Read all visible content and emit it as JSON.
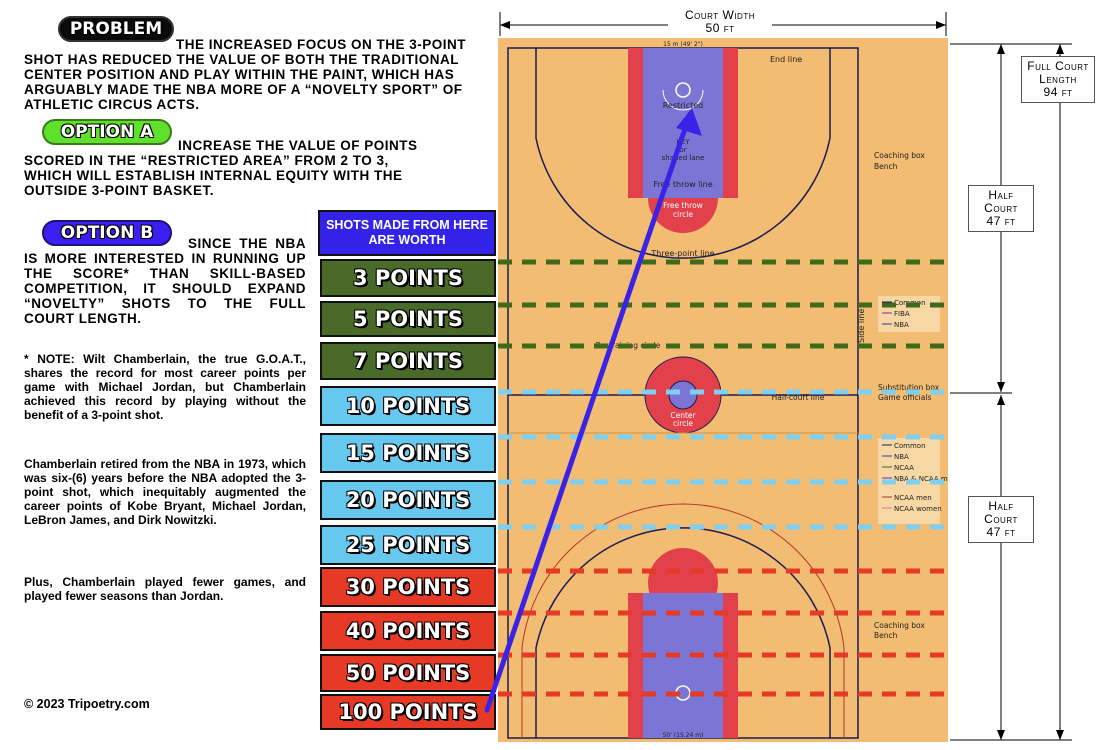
{
  "problem": {
    "label": "PROBLEM",
    "text": "THE INCREASED FOCUS ON THE 3-POINT SHOT HAS REDUCED THE VALUE OF BOTH THE TRADITIONAL CENTER POSITION AND PLAY WITHIN THE PAINT, WHICH HAS ARGUABLY MADE THE NBA MORE OF A “NOVELTY SPORT” OF ATHLETIC CIRCUS ACTS."
  },
  "option_a": {
    "label": "OPTION A",
    "text": "INCREASE THE VALUE OF POINTS SCORED IN THE “RESTRICTED AREA” FROM 2 TO 3, WHICH WILL ESTABLISH INTERNAL EQUITY WITH THE OUTSIDE 3-POINT BASKET."
  },
  "option_b": {
    "label": "OPTION B",
    "text": "SINCE THE NBA IS MORE INTERESTED IN RUNNING UP THE SCORE* THAN SKILL-BASED COMPETITION, IT SHOULD EXPAND “NOVELTY” SHOTS TO THE FULL COURT LENGTH."
  },
  "notes": {
    "note1": "* NOTE: Wilt Chamberlain, the true G.O.A.T., shares the record for most career points per game with Michael Jordan, but Chamberlain achieved this record by playing without the benefit of a 3-point shot.",
    "note2": "Chamberlain retired from the NBA in 1973, which was six-(6) years before the NBA adopted the 3-point shot, which inequitably augmented the career points of Kobe Bryant, Michael Jordan, LeBron James, and Dirk Nowitzki.",
    "note3": "Plus, Chamberlain played fewer games, and played fewer seasons than Jordan."
  },
  "copyright": "© 2023 Tripoetry.com",
  "shots_header": "SHOTS MADE FROM HERE ARE WORTH",
  "tiers": [
    {
      "label": "3 POINTS",
      "group": "green"
    },
    {
      "label": "5 POINTS",
      "group": "green"
    },
    {
      "label": "7 POINTS",
      "group": "green"
    },
    {
      "label": "10 POINTS",
      "group": "blue"
    },
    {
      "label": "15 POINTS",
      "group": "blue"
    },
    {
      "label": "20 POINTS",
      "group": "blue"
    },
    {
      "label": "25 POINTS",
      "group": "blue"
    },
    {
      "label": "30 POINTS",
      "group": "red"
    },
    {
      "label": "40 POINTS",
      "group": "red"
    },
    {
      "label": "50 POINTS",
      "group": "red"
    },
    {
      "label": "100 POINTS",
      "group": "red"
    }
  ],
  "dimensions": {
    "court_width": "Court Width",
    "court_width_value": "50 ft",
    "full_court": "Full Court Length",
    "full_court_value": "94 ft",
    "half_court": "Half Court",
    "half_court_value": "47 ft"
  },
  "court_labels": {
    "end_line": "End line",
    "coaching_box": "Coaching box",
    "bench": "Bench",
    "restricted": "Restricted",
    "key": "KEY",
    "or": "or",
    "shaded_lane": "shaded lane",
    "free_throw_line": "Free throw line",
    "free_throw_circle": "Free throw",
    "free_throw_circle2": "circle",
    "three_point_line": "Three-point line",
    "restraining_circle": "Restraining circle",
    "side_line": "Side line",
    "substitution_box": "Substitution box",
    "game_officials": "Game officials",
    "half_court_line": "Half-court line",
    "center": "Center",
    "circle": "circle",
    "legend_top": [
      "Common",
      "FIBA",
      "NBA"
    ],
    "legend_bottom": [
      "Common",
      "NBA",
      "NCAA",
      "NBA & NCAA men",
      "NCAA men",
      "NCAA women"
    ],
    "top_width": "15 m (49' 2\")",
    "bottom_width": "50' (15.24 m)"
  },
  "colors": {
    "court_wood": "#f2bc72",
    "key_blue": "#7b76d6",
    "key_red": "#e2404a",
    "arrow": "#3a22e6",
    "dash_green": "#3f6a1c",
    "dash_blue": "#7fd0f0",
    "dash_red": "#e63a26"
  }
}
